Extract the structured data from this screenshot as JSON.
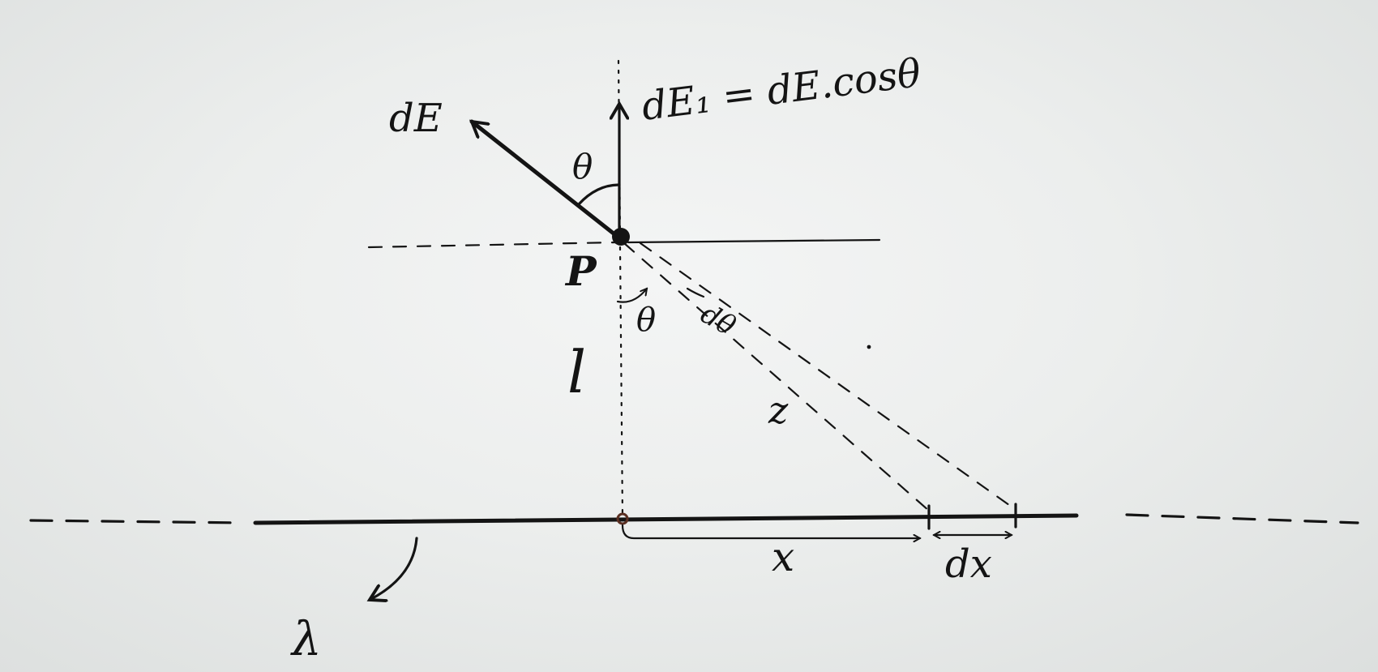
{
  "labels": {
    "point": "P",
    "field_element": "dE",
    "field_component": "dE₁ = dE.cosθ",
    "angle_top": "θ",
    "angle_bottom": "θ",
    "angle_increment": "dθ",
    "perpendicular_distance": "l",
    "hypotenuse": "z",
    "position_along_line": "x",
    "length_element": "dx",
    "charge_density": "λ"
  },
  "colors": {
    "ink": "#141414",
    "paper": "#eceeed"
  }
}
